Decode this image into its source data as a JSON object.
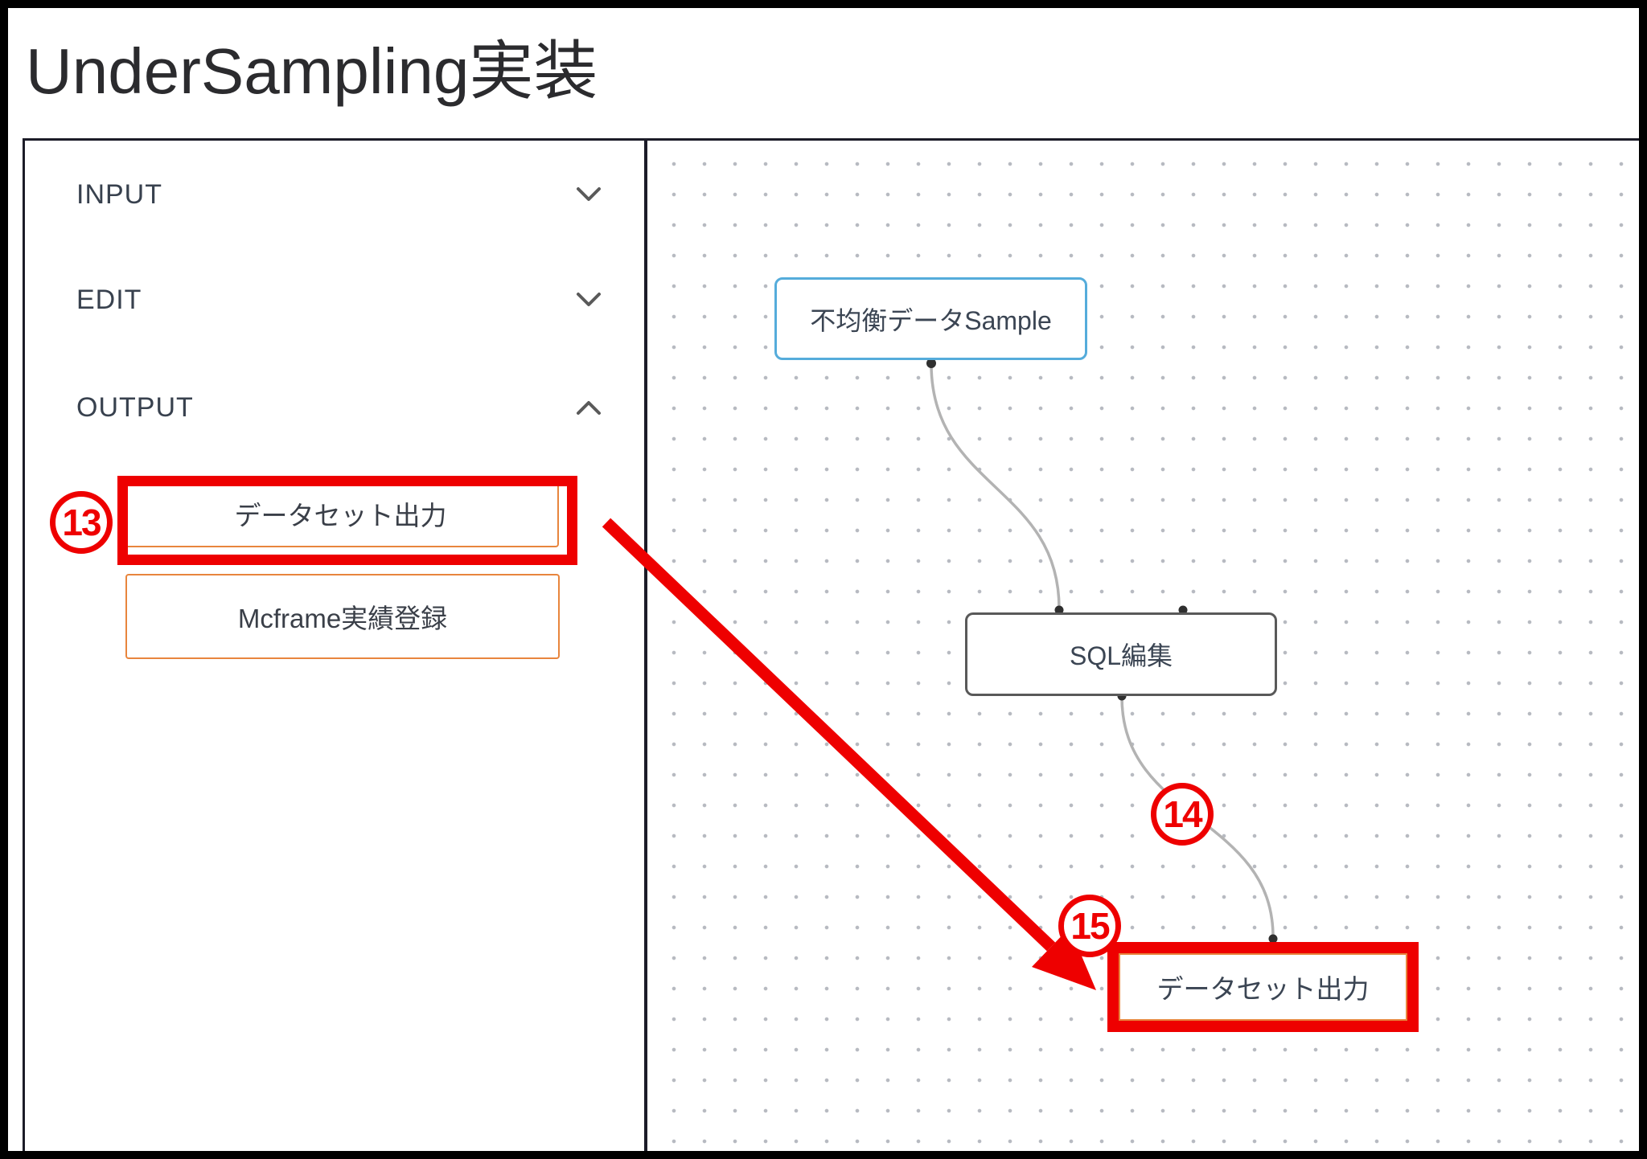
{
  "title": "UnderSampling実装",
  "sidebar": {
    "sections": [
      {
        "label": "INPUT",
        "state": "collapsed"
      },
      {
        "label": "EDIT",
        "state": "collapsed"
      },
      {
        "label": "OUTPUT",
        "state": "expanded"
      }
    ],
    "output_items": [
      {
        "label": "データセット出力"
      },
      {
        "label": "Mcframe実績登録"
      }
    ]
  },
  "canvas": {
    "nodes": [
      {
        "label": "不均衡データSample"
      },
      {
        "label": "SQL編集"
      },
      {
        "label": "データセット出力"
      }
    ]
  },
  "annotations": {
    "badges": [
      {
        "number": "13"
      },
      {
        "number": "14"
      },
      {
        "number": "15"
      }
    ]
  },
  "colors": {
    "annotation_red": "#ee0000",
    "accent_orange": "#e8853d",
    "node_blue_border": "#55acdb",
    "node_gray_border": "#595959",
    "edge_gray": "#b3b3b3",
    "panel_border": "#1c1c28"
  }
}
